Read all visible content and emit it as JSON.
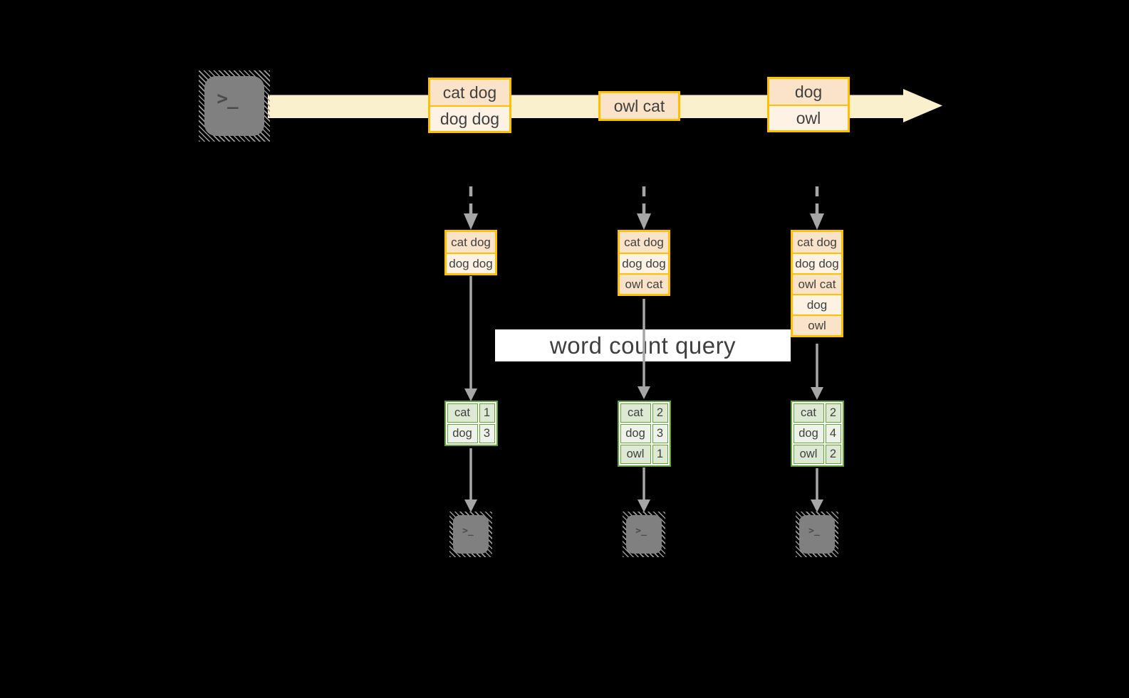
{
  "query_label": "word count query",
  "terminal_glyph": ">_",
  "colors": {
    "background": "#000000",
    "stream_arrow": "#FBF0CE",
    "batch_border": "#FFC000",
    "batch_cell_dark": "#FAE3C8",
    "batch_cell_light": "#FDF2E4",
    "result_border": "#66A23C",
    "result_cell_dark": "#DDE9D3",
    "result_cell_light": "#EEF3E9",
    "arrow_gray": "#A6A6A6",
    "terminal_gray": "#808080",
    "text": "#3F3F3F",
    "query_band_bg": "#FFFFFF"
  },
  "stream": {
    "batches": [
      {
        "cells": [
          "cat dog",
          "dog dog"
        ]
      },
      {
        "cells": [
          "owl cat"
        ]
      },
      {
        "cells": [
          "dog",
          "owl"
        ]
      }
    ]
  },
  "columns": [
    {
      "state": [
        "cat dog",
        "dog dog"
      ],
      "counts": [
        {
          "word": "cat",
          "count": "1"
        },
        {
          "word": "dog",
          "count": "3"
        }
      ]
    },
    {
      "state": [
        "cat dog",
        "dog dog",
        "owl cat"
      ],
      "counts": [
        {
          "word": "cat",
          "count": "2"
        },
        {
          "word": "dog",
          "count": "3"
        },
        {
          "word": "owl",
          "count": "1"
        }
      ]
    },
    {
      "state": [
        "cat dog",
        "dog dog",
        "owl cat",
        "dog",
        "owl"
      ],
      "counts": [
        {
          "word": "cat",
          "count": "2"
        },
        {
          "word": "dog",
          "count": "4"
        },
        {
          "word": "owl",
          "count": "2"
        }
      ]
    }
  ]
}
